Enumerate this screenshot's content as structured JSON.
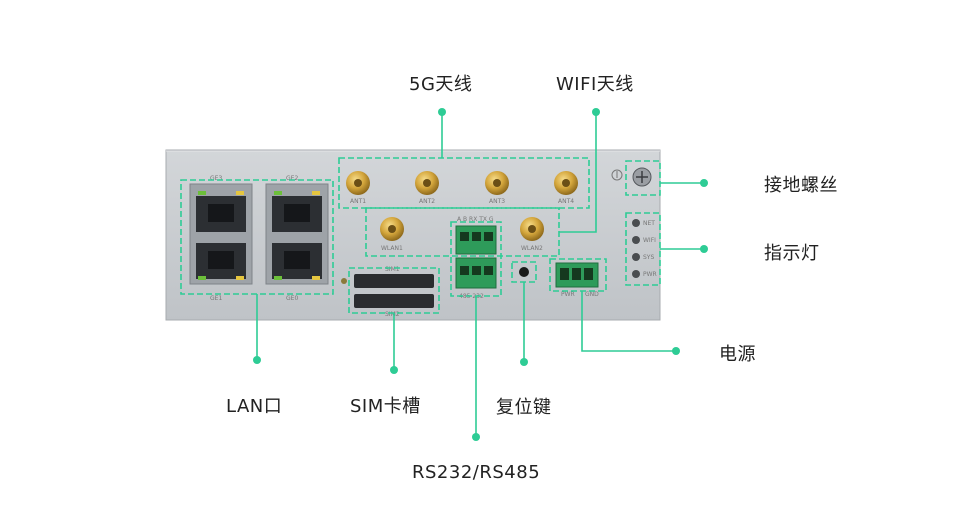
{
  "labels": {
    "antenna_5g": "5G天线",
    "antenna_wifi": "WIFI天线",
    "ground_screw": "接地螺丝",
    "indicator": "指示灯",
    "power": "电源",
    "lan": "LAN口",
    "sim": "SIM卡槽",
    "reset": "复位键",
    "serial": "RS232/RS485"
  },
  "panel": {
    "lan_top_left": "GE3",
    "lan_top_right": "GE2",
    "lan_bottom_left": "GE1",
    "lan_bottom_right": "GE0",
    "ant1": "ANT1",
    "ant2": "ANT2",
    "ant3": "ANT3",
    "ant4": "ANT4",
    "wlan1": "WLAN1",
    "wlan2": "WLAN2",
    "sim1": "SIM1",
    "sim2": "SIM2",
    "pwr": "PWR",
    "gnd": "GND",
    "led_net": "NET",
    "led_wifi": "WIFI",
    "led_sys": "SYS",
    "led_pwr": "PWR",
    "serial_top": "A B RX TX G",
    "serial_bottom": "485 232"
  },
  "colors": {
    "callout": "#2ecc95",
    "panel": "#c9cdd1",
    "gold": "#d4a63c",
    "terminal_green": "#2e9b5a"
  }
}
